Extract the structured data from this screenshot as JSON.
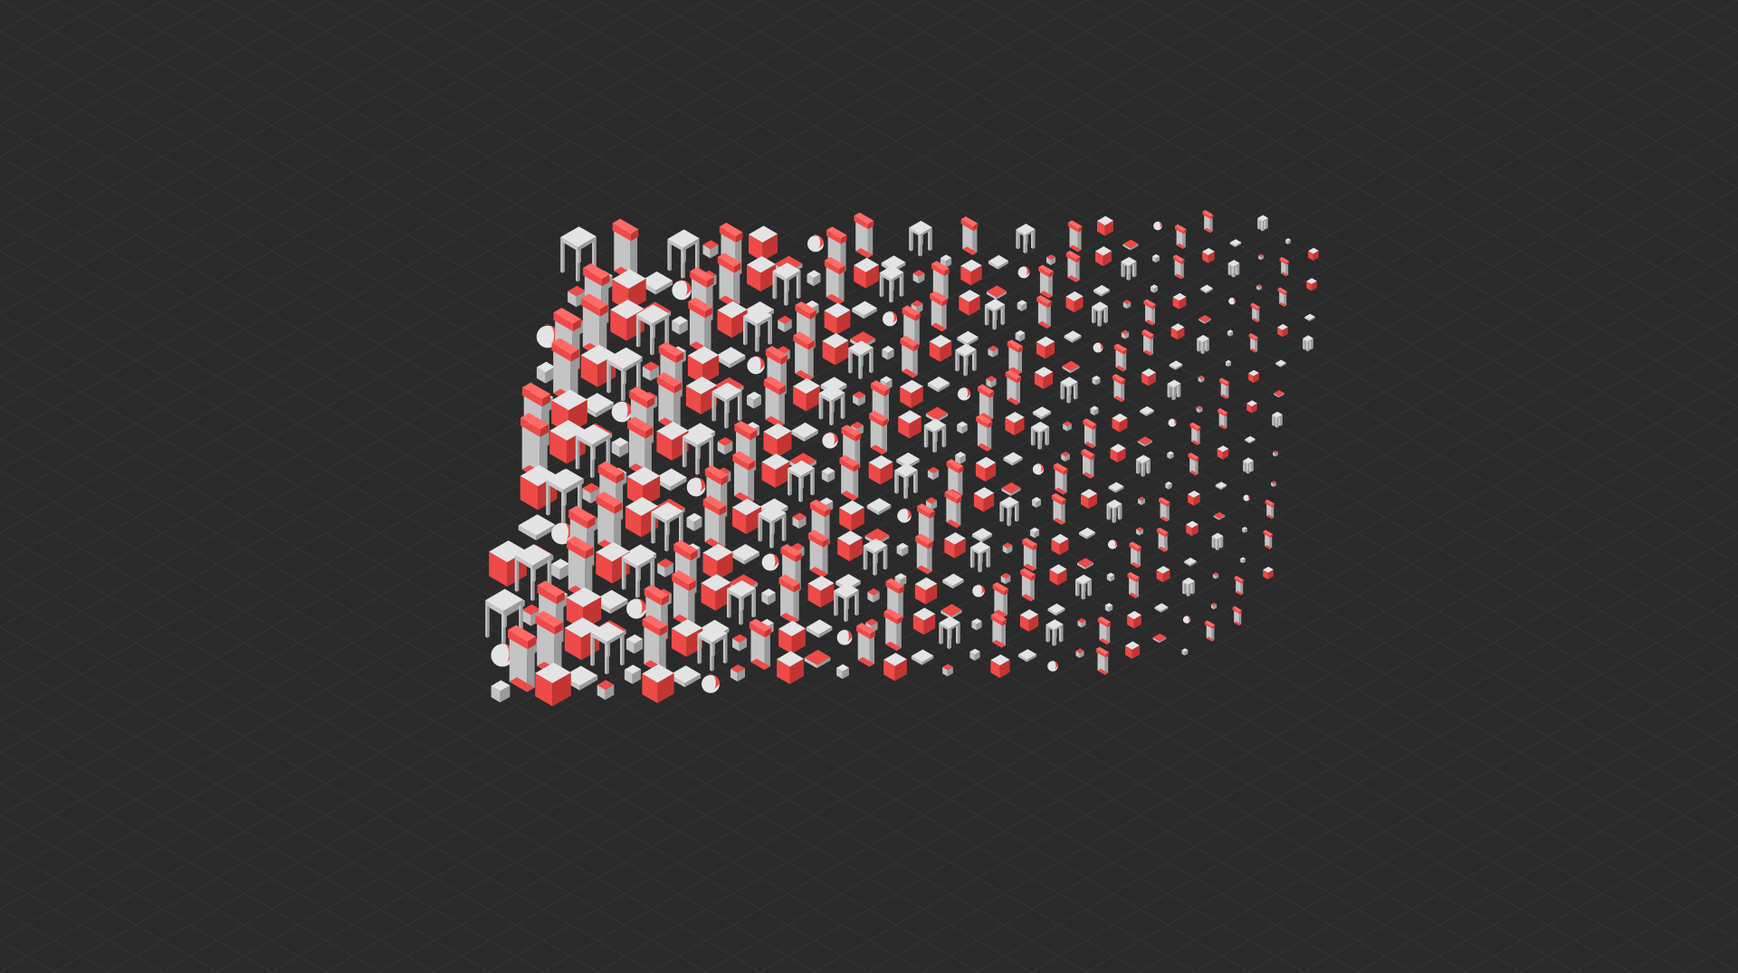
{
  "scene": {
    "description_visible_text": "",
    "palette": {
      "background": "#2a2a2a",
      "grid_line": "#333333",
      "grid_line_major": "#3a3a3a",
      "stone_light": "#e4e4e4",
      "stone_mid": "#c4c4c4",
      "stone_dark": "#9a9a9a",
      "accent_light": "#ff6a66",
      "accent_mid": "#ee4a47",
      "accent_dark": "#c23532"
    },
    "asset_groups": [
      "floor-tiles",
      "stone-walls",
      "wooden-platforms",
      "stairs",
      "pipes-and-arches",
      "cubes",
      "spheres",
      "logs",
      "small-props"
    ]
  }
}
